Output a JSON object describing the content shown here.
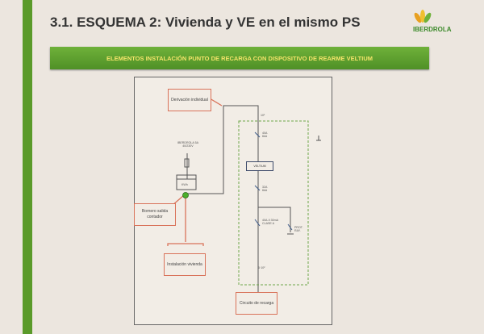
{
  "slide": {
    "title": "3.1. ESQUEMA 2: Vivienda y VE en el mismo PS",
    "logo": "IBERDROLA",
    "banner": "ELEMENTOS INSTALACIÓN PUNTO DE RECARGA CON DISPOSITIVO DE REARME VELTIUM"
  },
  "diagram": {
    "derivacion": "Derivación individual",
    "contador_label": "IBERDROLA 5A 40/230V",
    "kwh": "KWh",
    "bornero": "Bornero salida contador",
    "instalacion": "Instalación vivienda",
    "circuito": "Circuito de recarga",
    "veltium": "VELTIUM",
    "breaker1": "40A 6kA",
    "breaker2": "32A 6kA",
    "diferencial": "40A-II 30mA CLASE A",
    "prot": "PROT. RAY.",
    "top_cable": "10²",
    "bottom_cable": "6·10²"
  },
  "colors": {
    "green": "#5a9a2a",
    "red": "#d9735a",
    "banner_text": "#f4e46a"
  }
}
